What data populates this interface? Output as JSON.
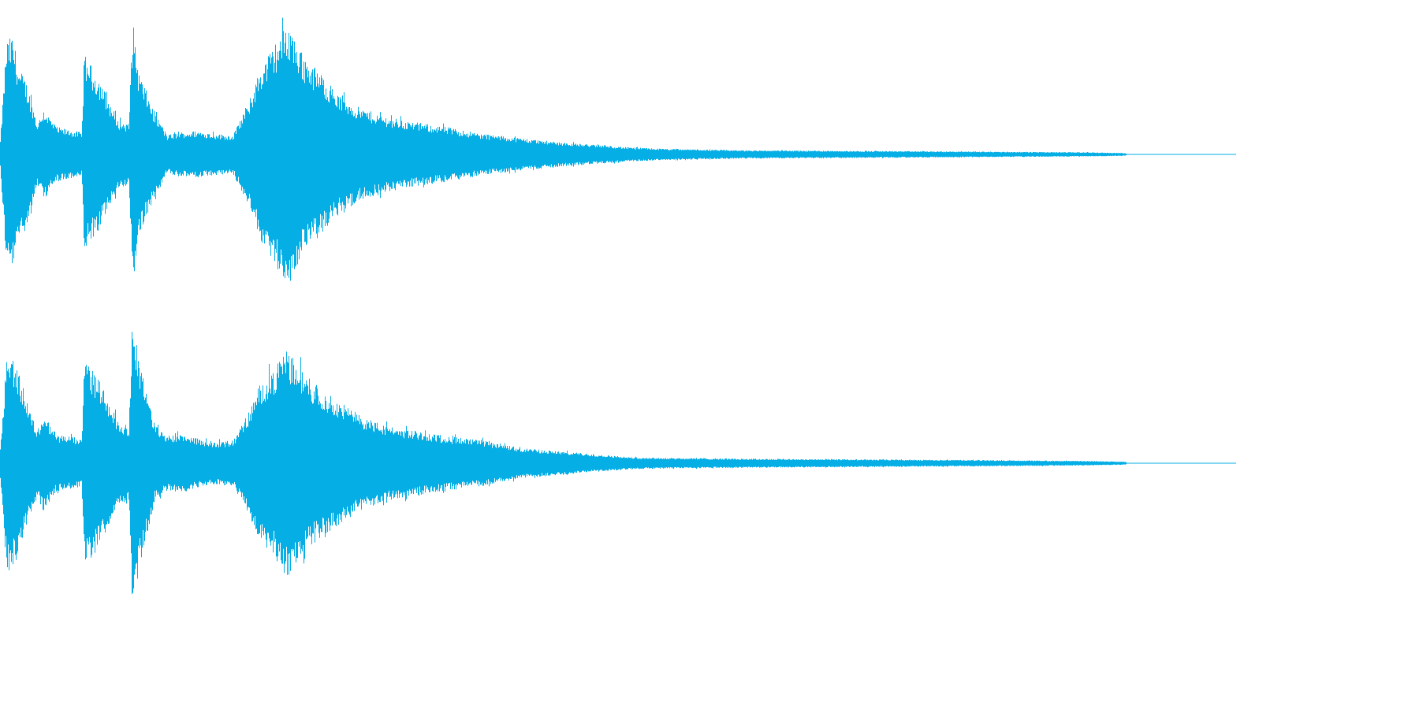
{
  "waveform": {
    "color": "#05aee5",
    "background": "#ffffff",
    "channels": [
      {
        "name": "",
        "envelope": [
          [
            0.0,
            0.1
          ],
          [
            0.005,
            0.82
          ],
          [
            0.01,
            0.86
          ],
          [
            0.015,
            0.62
          ],
          [
            0.02,
            0.55
          ],
          [
            0.025,
            0.4
          ],
          [
            0.03,
            0.22
          ],
          [
            0.035,
            0.33
          ],
          [
            0.045,
            0.2
          ],
          [
            0.06,
            0.17
          ],
          [
            0.066,
            0.16
          ],
          [
            0.068,
            0.72
          ],
          [
            0.08,
            0.55
          ],
          [
            0.095,
            0.25
          ],
          [
            0.104,
            0.22
          ],
          [
            0.107,
            0.98
          ],
          [
            0.112,
            0.6
          ],
          [
            0.125,
            0.3
          ],
          [
            0.135,
            0.14
          ],
          [
            0.145,
            0.16
          ],
          [
            0.16,
            0.17
          ],
          [
            0.175,
            0.15
          ],
          [
            0.188,
            0.14
          ],
          [
            0.2,
            0.35
          ],
          [
            0.21,
            0.62
          ],
          [
            0.222,
            0.8
          ],
          [
            0.232,
            0.95
          ],
          [
            0.245,
            0.72
          ],
          [
            0.26,
            0.58
          ],
          [
            0.275,
            0.42
          ],
          [
            0.29,
            0.34
          ],
          [
            0.31,
            0.28
          ],
          [
            0.33,
            0.24
          ],
          [
            0.36,
            0.2
          ],
          [
            0.39,
            0.15
          ],
          [
            0.42,
            0.12
          ],
          [
            0.45,
            0.09
          ],
          [
            0.48,
            0.07
          ],
          [
            0.51,
            0.05
          ],
          [
            0.54,
            0.04
          ],
          [
            0.6,
            0.03
          ],
          [
            0.7,
            0.025
          ],
          [
            0.8,
            0.02
          ],
          [
            0.88,
            0.015
          ],
          [
            0.91,
            0.01
          ],
          [
            0.912,
            0.0
          ],
          [
            1.0,
            0.0
          ]
        ]
      },
      {
        "name": "",
        "envelope": [
          [
            0.0,
            0.1
          ],
          [
            0.005,
            0.72
          ],
          [
            0.01,
            0.7
          ],
          [
            0.015,
            0.6
          ],
          [
            0.02,
            0.45
          ],
          [
            0.025,
            0.32
          ],
          [
            0.03,
            0.22
          ],
          [
            0.035,
            0.32
          ],
          [
            0.045,
            0.19
          ],
          [
            0.06,
            0.17
          ],
          [
            0.066,
            0.15
          ],
          [
            0.068,
            0.7
          ],
          [
            0.08,
            0.55
          ],
          [
            0.095,
            0.28
          ],
          [
            0.104,
            0.24
          ],
          [
            0.107,
            0.99
          ],
          [
            0.112,
            0.7
          ],
          [
            0.125,
            0.25
          ],
          [
            0.135,
            0.18
          ],
          [
            0.145,
            0.2
          ],
          [
            0.16,
            0.16
          ],
          [
            0.175,
            0.14
          ],
          [
            0.188,
            0.15
          ],
          [
            0.2,
            0.32
          ],
          [
            0.21,
            0.52
          ],
          [
            0.222,
            0.62
          ],
          [
            0.232,
            0.75
          ],
          [
            0.245,
            0.6
          ],
          [
            0.26,
            0.48
          ],
          [
            0.275,
            0.4
          ],
          [
            0.29,
            0.32
          ],
          [
            0.31,
            0.25
          ],
          [
            0.33,
            0.22
          ],
          [
            0.36,
            0.18
          ],
          [
            0.39,
            0.15
          ],
          [
            0.42,
            0.1
          ],
          [
            0.45,
            0.08
          ],
          [
            0.48,
            0.06
          ],
          [
            0.51,
            0.04
          ],
          [
            0.54,
            0.035
          ],
          [
            0.6,
            0.03
          ],
          [
            0.7,
            0.025
          ],
          [
            0.8,
            0.02
          ],
          [
            0.88,
            0.015
          ],
          [
            0.91,
            0.01
          ],
          [
            0.912,
            0.0
          ],
          [
            1.0,
            0.0
          ]
        ]
      }
    ]
  }
}
